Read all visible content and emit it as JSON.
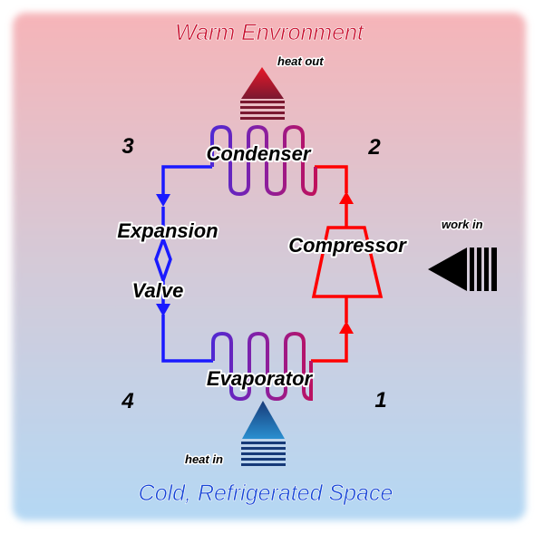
{
  "environment": {
    "warm": "Warm Envronment",
    "cold": "Cold, Refrigerated Space"
  },
  "heat_flows": {
    "out": "heat out",
    "in": "heat in",
    "work": "work in"
  },
  "components": {
    "condenser": "Condenser",
    "compressor": "Compressor",
    "evaporator": "Evaporator",
    "expansion": "Expansion",
    "valve": "Valve"
  },
  "states": {
    "s1": "1",
    "s2": "2",
    "s3": "3",
    "s4": "4"
  },
  "colors": {
    "hot": "#ff0000",
    "cold": "#1a1aff",
    "warm_text": "#c8102e",
    "cold_text": "#1646d6",
    "coil_mid": "#8a1fa0",
    "work_arrow": "#000000"
  }
}
